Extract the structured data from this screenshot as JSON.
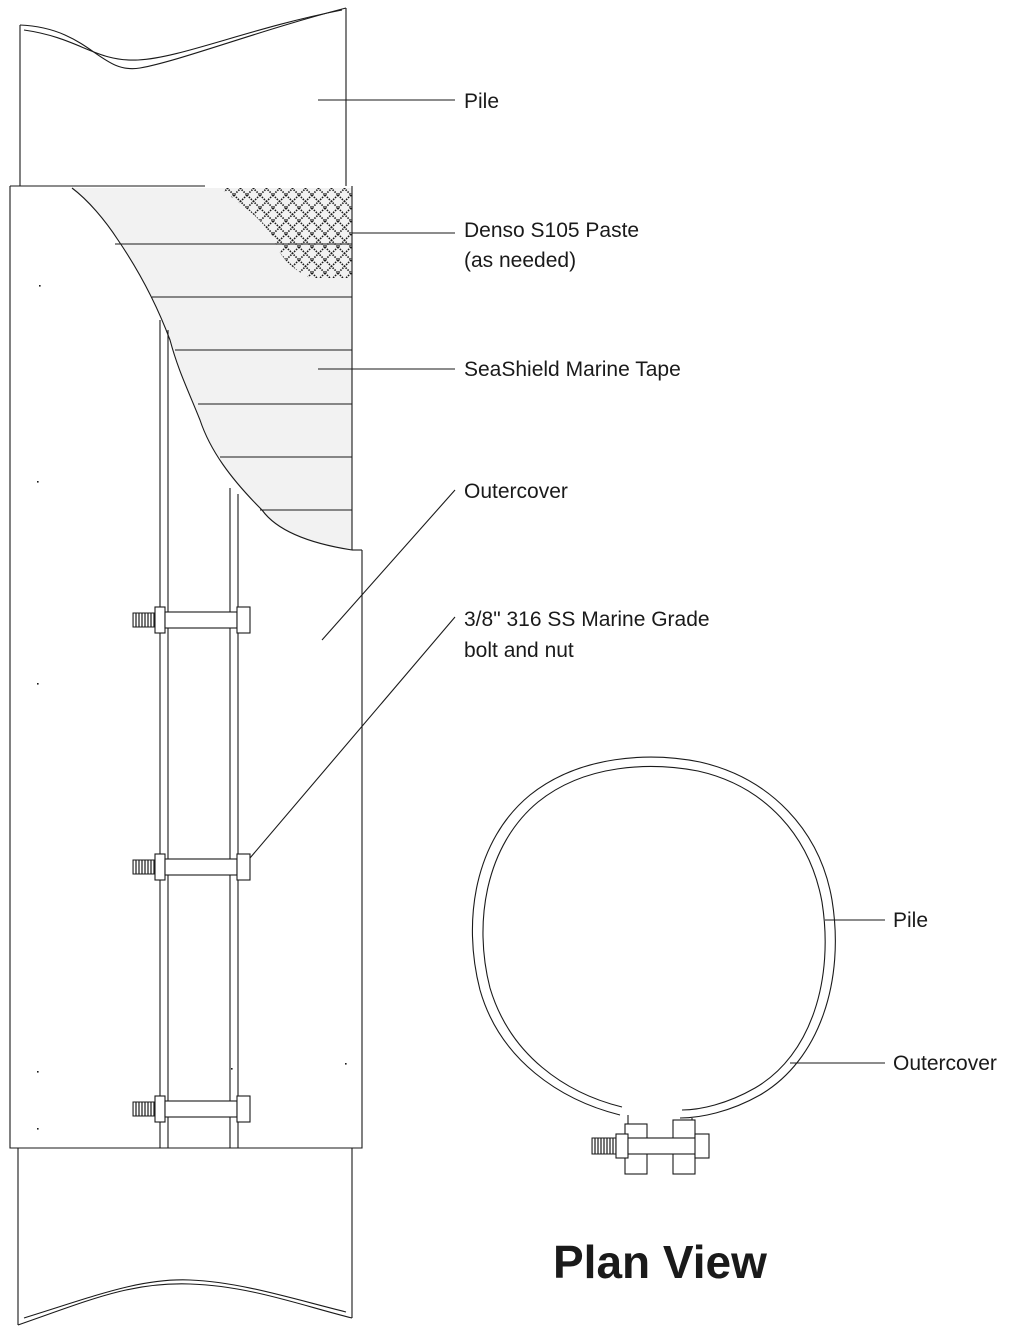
{
  "elevation_labels": {
    "pile": "Pile",
    "paste_line1": "Denso S105 Paste",
    "paste_line2": "(as needed)",
    "tape": "SeaShield Marine Tape",
    "outercover": "Outercover",
    "bolt_line1": "3/8\" 316 SS Marine Grade",
    "bolt_line2": "bolt and nut"
  },
  "plan_labels": {
    "pile": "Pile",
    "outercover": "Outercover"
  },
  "plan_title": "Plan View",
  "colors": {
    "line": "#1a1a1a",
    "tape_fill": "#f2f2f2",
    "background": "#ffffff"
  }
}
